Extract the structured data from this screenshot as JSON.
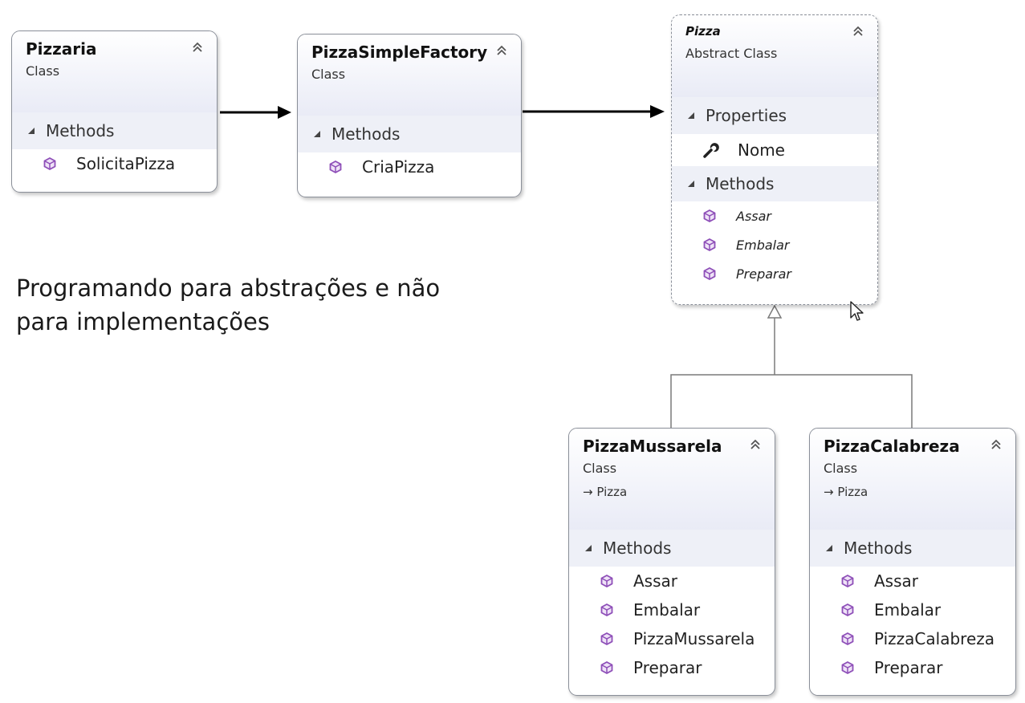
{
  "classes": {
    "pizzaria": {
      "name": "Pizzaria",
      "kind": "Class",
      "methods_label": "Methods",
      "methods": [
        "SolicitaPizza"
      ]
    },
    "factory": {
      "name": "PizzaSimpleFactory",
      "kind": "Class",
      "methods_label": "Methods",
      "methods": [
        "CriaPizza"
      ]
    },
    "pizza": {
      "name": "Pizza",
      "kind": "Abstract Class",
      "properties_label": "Properties",
      "properties": [
        "Nome"
      ],
      "methods_label": "Methods",
      "methods": [
        "Assar",
        "Embalar",
        "Preparar"
      ]
    },
    "mussarela": {
      "name": "PizzaMussarela",
      "kind": "Class",
      "inherits": "Pizza",
      "methods_label": "Methods",
      "methods": [
        "Assar",
        "Embalar",
        "PizzaMussarela",
        "Preparar"
      ]
    },
    "calabreza": {
      "name": "PizzaCalabreza",
      "kind": "Class",
      "inherits": "Pizza",
      "methods_label": "Methods",
      "methods": [
        "Assar",
        "Embalar",
        "PizzaCalabreza",
        "Preparar"
      ]
    }
  },
  "note": {
    "line1": "Programando para abstrações e não",
    "line2": "para implementações"
  },
  "icons": {
    "collapse": "double-chevron-up-icon",
    "method": "method-cube-icon",
    "property": "wrench-icon",
    "section_toggle": "expanded-triangle-icon",
    "inheritance": "arrow-right-icon"
  },
  "colors": {
    "header_gradient_end": "#e9ebf6",
    "section_bg": "#eef0f7",
    "method_icon": "#8e4fb8",
    "border": "#8a8f99"
  }
}
